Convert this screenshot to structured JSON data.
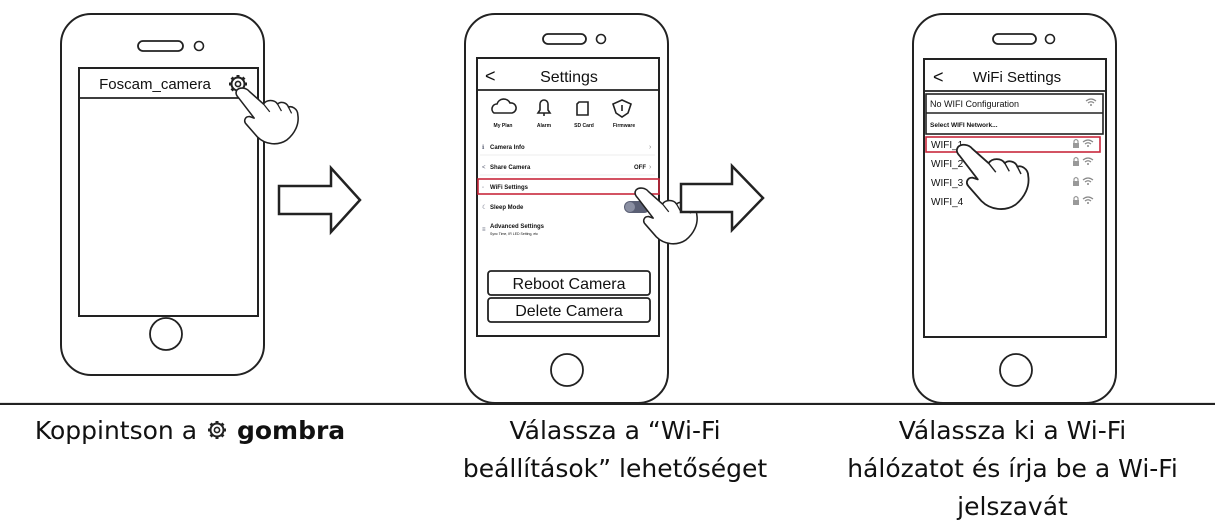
{
  "panels": [
    {
      "header_title": "Foscam_camera"
    },
    {
      "header_title": "Settings",
      "back_label": "<",
      "icons": [
        {
          "label": "My Plan",
          "icon": "cloud-icon"
        },
        {
          "label": "Alarm",
          "icon": "bell-icon"
        },
        {
          "label": "SD Card",
          "icon": "sd-card-icon"
        },
        {
          "label": "Firmware",
          "icon": "firmware-icon"
        }
      ],
      "menu": [
        {
          "label": "Camera Info",
          "value": ""
        },
        {
          "label": "Share Camera",
          "value": "OFF"
        },
        {
          "label": "WiFi Settings",
          "value": ""
        },
        {
          "label": "Sleep Mode",
          "value": ""
        },
        {
          "label": "Advanced Settings",
          "sub": "Sync Time, IR LED Setting, etc"
        }
      ],
      "buttons": [
        "Reboot Camera",
        "Delete Camera"
      ]
    },
    {
      "header_title": "WiFi Settings",
      "back_label": "<",
      "rows": [
        "No WIFI Configuration",
        "Select WIFI Network..."
      ],
      "networks": [
        "WIFI_1",
        "WIFI_2",
        "WIFI_3",
        "WIFI_4"
      ]
    }
  ],
  "captions": [
    {
      "pre": "Koppintson a",
      "bold": "gombra"
    },
    {
      "line1": "Válassza a “Wi-Fi",
      "line2": "beállítások” lehetőséget"
    },
    {
      "line1": "Válassza ki a Wi-Fi",
      "line2": "hálózatot és írja be a Wi-Fi",
      "line3": "jelszavát"
    }
  ],
  "colors": {
    "highlight": "#c8283c",
    "line": "#222222",
    "toggle": "#5a5f74"
  }
}
